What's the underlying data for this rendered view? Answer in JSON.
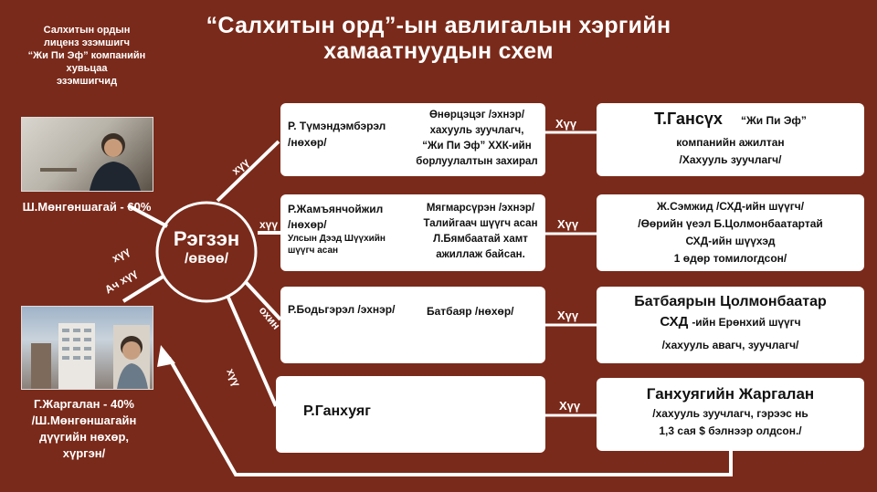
{
  "title": {
    "line1": "“Салхитын орд”-ын авлигалын хэргийн",
    "line2": "хамаатнуудын схем"
  },
  "intro_note": [
    "Салхитын ордын",
    "лиценз эзэмшигч",
    "“Жи Пи Эф” компанийн",
    "хувьцаа",
    "эзэмшигчид"
  ],
  "shareholder1": {
    "label": "Ш.Мөнгөншагай - 60%"
  },
  "shareholder2": {
    "lines": [
      "Г.Жаргалан - 40%",
      "/Ш.Мөнгөншагайн",
      "дүүгийн нөхөр,",
      "хүргэн/"
    ]
  },
  "center": {
    "name": "Рэгзэн",
    "role": "/өвөө/"
  },
  "links": {
    "center_to_sh1": "хүү",
    "center_to_sh2": "Ач хүү",
    "row1": "хүү",
    "row3": "охин",
    "row4": "хүү",
    "row1_right": "Хүү",
    "row2_right": "Хүү",
    "row3_right": "Хүү",
    "row4_right": "Хүү"
  },
  "rows": [
    {
      "left_person": [
        "Р. Түмэндэмбэрэл",
        "/нөхөр/"
      ],
      "spouse": [
        "Өнөрцэцэг /эхнэр/",
        "хахууль зуучлагч,",
        "“Жи Пи Эф” ХХК-ийн",
        "борлуулалтын захирал"
      ],
      "right": [
        "Т.Гансүх",
        "“Жи Пи Эф”",
        "компанийн ажилтан",
        "/Хахууль зуучлагч/"
      ]
    },
    {
      "left_person": [
        "Р.Жамъянчойжил",
        "/нөхөр/",
        "Улсын Дээд Шүүхийн",
        "шүүгч асан"
      ],
      "spouse": [
        "Мягмарсүрэн /эхнэр/",
        "Талийгаач шүүгч асан",
        "Л.Бямбаатай хамт",
        "ажиллаж байсан."
      ],
      "right": [
        "Ж.Сэмжид /СХД-ийн шүүгч/",
        "/Өөрийн үеэл Б.Цолмонбаатартай",
        "СХД-ийн шүүхэд",
        "1 өдөр томилогдсон/"
      ]
    },
    {
      "left_person": [
        "Р.Бодьгэрэл /эхнэр/"
      ],
      "spouse": [
        "Батбаяр /нөхөр/"
      ],
      "right": [
        "Батбаярын Цолмонбаатар",
        "СХД",
        "-ийн Ерөнхий шүүгч",
        "/хахууль авагч, зуучлагч/"
      ]
    },
    {
      "left_person": [
        "Р.Ганхуяг"
      ],
      "spouse": [],
      "right": [
        "Ганхуягийн Жаргалан",
        "/хахууль зуучлагч, гэрээс нь",
        "1,3 сая $ бэлнээр олдсон./"
      ]
    }
  ]
}
